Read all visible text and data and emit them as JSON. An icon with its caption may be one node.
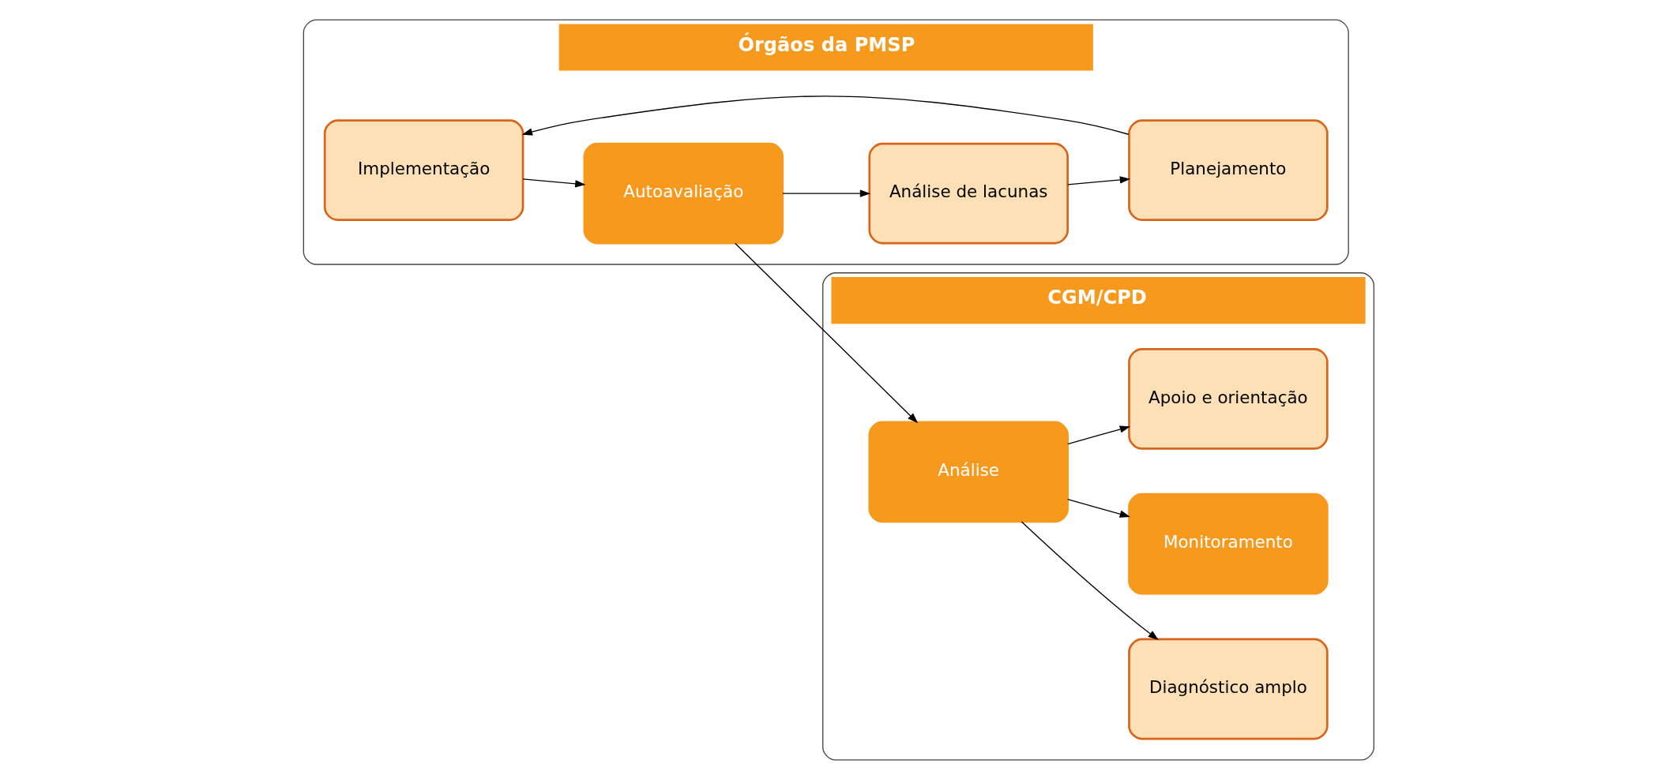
{
  "diagram": {
    "nodes": [
      {
        "text": [
          "Órgãos da PMSP"
        ]
      },
      {
        "text": [
          "Implementação"
        ],
        "in": 0
      },
      {
        "text": [
          "Planejamento"
        ],
        "in": 0
      },
      {
        "text": [
          "Autoavaliação"
        ],
        "in": 0
      },
      {
        "text": [
          "Análise de lacunas"
        ],
        "in": 0
      },
      {
        "text": [
          "CGM/CPD"
        ]
      },
      {
        "text": [
          "Diagnóstico amplo"
        ],
        "in": 5
      },
      {
        "text": [
          "Análise"
        ],
        "in": 5
      },
      {
        "text": [
          "Monitoramento"
        ],
        "in": 5
      },
      {
        "text": [
          "Apoio e orientação"
        ],
        "in": 5
      }
    ],
    "edges": [
      {
        "from": 2,
        "to": 1,
        "arrow": "to"
      },
      {
        "from": 1,
        "to": 3,
        "arrow": "to"
      },
      {
        "from": 3,
        "to": 4,
        "arrow": "to"
      },
      {
        "from": 4,
        "to": 2,
        "arrow": "to"
      },
      {
        "from": 3,
        "to": 7,
        "arrow": "to"
      },
      {
        "from": 7,
        "to": 6,
        "arrow": "to"
      },
      {
        "from": 7,
        "to": 8,
        "arrow": "to"
      },
      {
        "from": 7,
        "to": 9,
        "arrow": "to"
      }
    ]
  }
}
